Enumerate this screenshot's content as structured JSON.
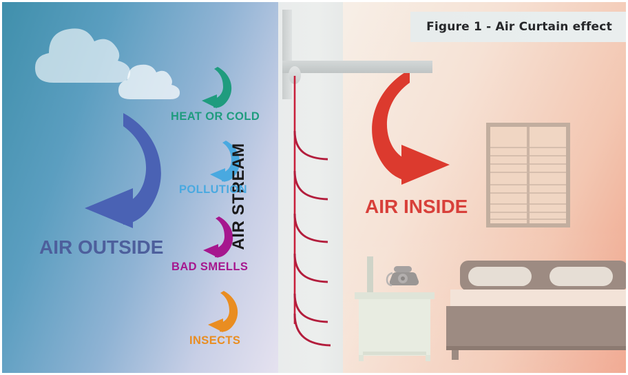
{
  "figure": {
    "title": "Figure 1 - Air Curtain effect",
    "banner_bg": "#e8eded"
  },
  "zones": {
    "outside": {
      "label": "AIR OUTSIDE",
      "color": "#4d5f9c",
      "arrow_color": "#4a62b4",
      "bg_from": "#3f8fab",
      "bg_to": "#e7e3f0"
    },
    "doorway": {
      "label": "AIR STREAM",
      "color": "#1a1a1a",
      "bg": "#eaeced",
      "stream_color": "#c8203c",
      "stream_branches": 6
    },
    "inside": {
      "label": "AIR INSIDE",
      "color": "#d8403a",
      "arrow_color": "#dc3a2e",
      "bg_from": "#f7efe7",
      "bg_to": "#ef9f85"
    }
  },
  "blocked_items": [
    {
      "label": "HEAT OR COLD",
      "color": "#1f9c7e",
      "icon": "curved-arrow-icon"
    },
    {
      "label": "POLLUTION",
      "color": "#49a9e0",
      "icon": "curved-arrow-icon"
    },
    {
      "label": "BAD SMELLS",
      "color": "#a6178e",
      "icon": "curved-arrow-icon"
    },
    {
      "label": "INSECTS",
      "color": "#e98d21",
      "icon": "curved-arrow-icon"
    }
  ],
  "scenery": {
    "clouds": 2,
    "cloud_color": "#ffffff",
    "window": {
      "name": "window-blinds",
      "frame_color": "#bfab9c",
      "slat_color": "#f6dcc9"
    },
    "nightstand": {
      "name": "nightstand",
      "color": "#e8ece1"
    },
    "telephone": {
      "name": "rotary-telephone",
      "color": "#9a9694"
    },
    "bed": {
      "name": "bed",
      "frame_color": "#9d8b82",
      "mattress_color": "#f3e3d8",
      "pillow_color": "#e6ded5"
    }
  },
  "curtain_unit": {
    "name": "air-curtain-unit",
    "bar_color": "#cbd0d0",
    "nozzle_color": "#dde0e0"
  }
}
